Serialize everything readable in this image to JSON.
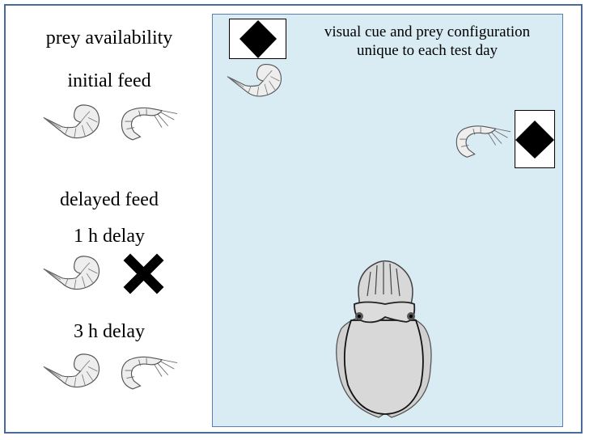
{
  "left_panel": {
    "heading": "prey availability",
    "initial_feed": "initial feed",
    "delayed_feed": "delayed feed",
    "delay_1h": "1 h delay",
    "delay_3h": "3 h delay"
  },
  "arena": {
    "caption_line1": "visual cue and prey configuration",
    "caption_line2": "unique to each test day"
  },
  "colors": {
    "arena_bg": "#d9ecf4",
    "frame": "#4a6a9a",
    "cuttlefish": "#d8d8d8"
  }
}
